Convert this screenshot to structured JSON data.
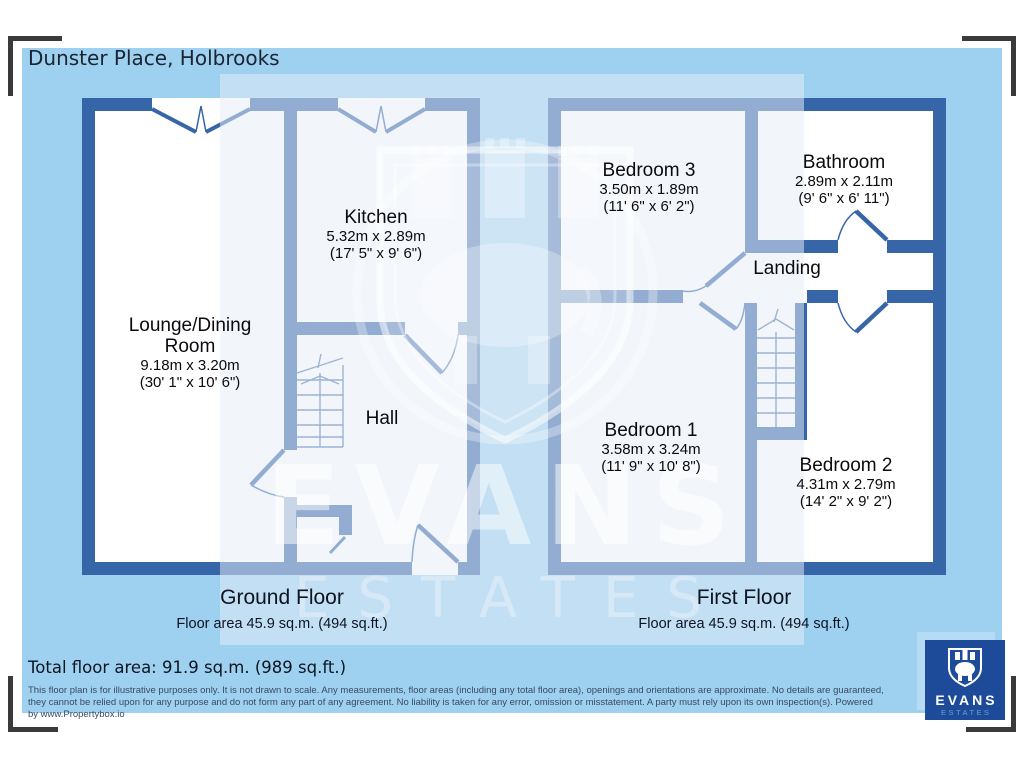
{
  "page": {
    "title": "Dunster Place, Holbrooks",
    "total_area": "Total floor area: 91.9 sq.m. (989 sq.ft.)",
    "disclaimer_line1": "This floor plan is for illustrative purposes only. It is not drawn to scale. Any measurements, floor areas (including any total floor area), openings and orientations are approximate. No details are guaranteed,",
    "disclaimer_line2": "they cannot be relied upon for any purpose and do not form any part of any agreement. No liability is taken for any error, omission or misstatement. A party must rely upon its own inspection(s). Powered",
    "disclaimer_line3": "by www.Propertybox.io"
  },
  "ground_floor": {
    "title": "Ground Floor",
    "area": "Floor area 45.9 sq.m. (494 sq.ft.)",
    "rooms": {
      "lounge": {
        "name_line1": "Lounge/Dining",
        "name_line2": "Room",
        "metric": "9.18m x 3.20m",
        "imperial": "(30' 1\" x 10' 6\")"
      },
      "kitchen": {
        "name": "Kitchen",
        "metric": "5.32m x 2.89m",
        "imperial": "(17' 5\" x 9' 6\")"
      },
      "hall": {
        "name": "Hall"
      }
    }
  },
  "first_floor": {
    "title": "First Floor",
    "area": "Floor area 45.9 sq.m. (494 sq.ft.)",
    "rooms": {
      "bedroom3": {
        "name": "Bedroom 3",
        "metric": "3.50m x 1.89m",
        "imperial": "(11' 6\" x 6' 2\")"
      },
      "bathroom": {
        "name": "Bathroom",
        "metric": "2.89m x 2.11m",
        "imperial": "(9' 6\" x 6' 11\")"
      },
      "landing": {
        "name": "Landing"
      },
      "bedroom1": {
        "name": "Bedroom 1",
        "metric": "3.58m x 3.24m",
        "imperial": "(11' 9\" x 10' 8\")"
      },
      "bedroom2": {
        "name": "Bedroom 2",
        "metric": "4.31m x 2.79m",
        "imperial": "(14' 2\" x 9' 2\")"
      }
    }
  },
  "watermark": {
    "word1": "EVANS",
    "word2": "ESTATES"
  },
  "logo": {
    "brand": "EVANS",
    "brand_sub": "ESTATES"
  },
  "colors": {
    "background_blue": "#9ed0ef",
    "wall_blue": "#3766a8",
    "room_fill": "#ffffff",
    "logo_navy": "#1d4b99",
    "logo_light_blue": "#b5dcf4",
    "text_dark": "#1b2433"
  }
}
